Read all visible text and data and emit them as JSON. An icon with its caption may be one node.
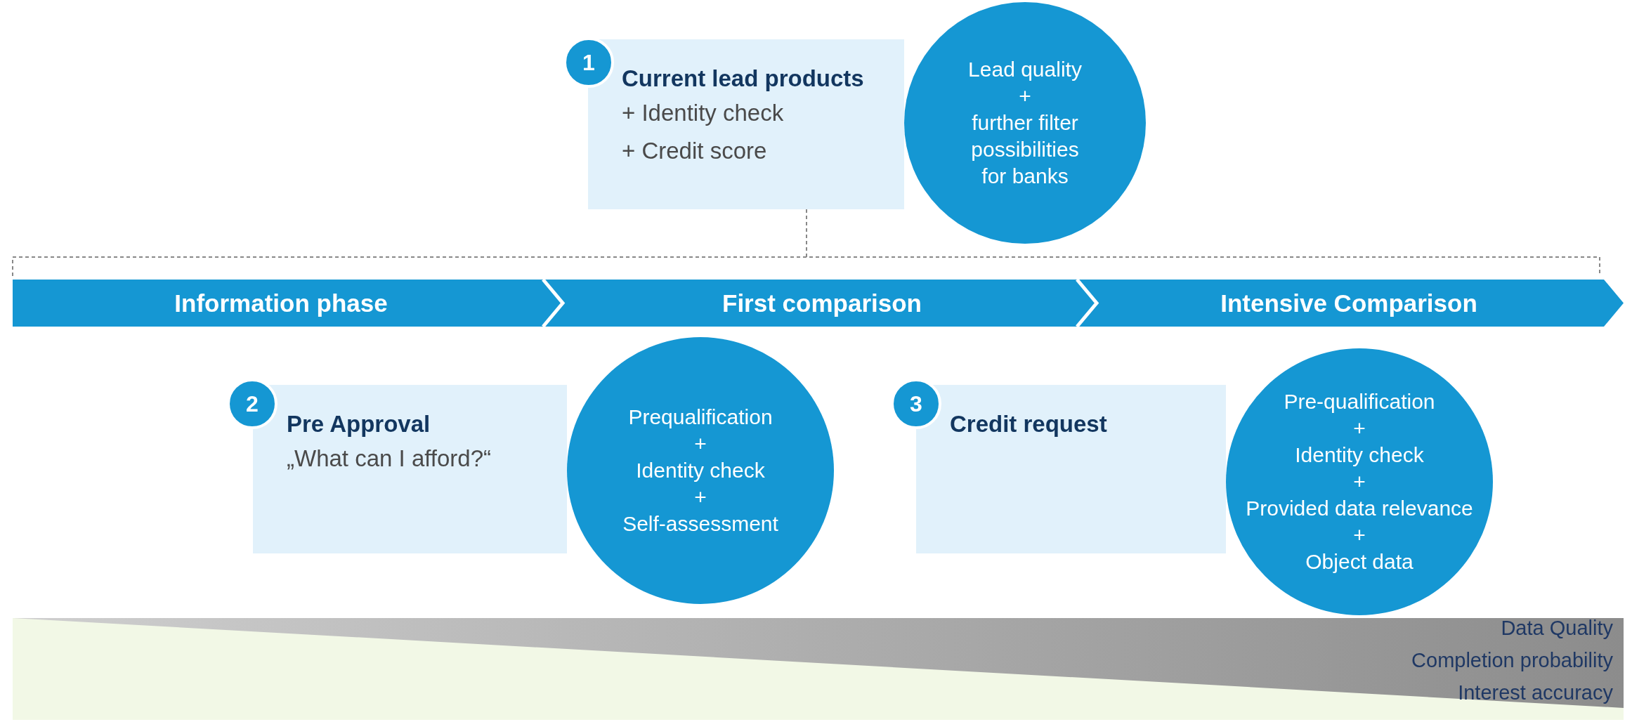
{
  "diagram": {
    "nodes": [
      {
        "text": [
          "Current lead products",
          "+ Identity check",
          "+ Credit score"
        ]
      },
      {
        "text": [
          "1"
        ]
      },
      {
        "text": [
          "Lead quality",
          "+",
          "further filter",
          "possibilities",
          "for banks"
        ]
      },
      {
        "text": [
          "Information phase"
        ]
      },
      {
        "text": [
          "First comparison"
        ]
      },
      {
        "text": [
          "Intensive Comparison"
        ]
      },
      {
        "text": [
          "2"
        ]
      },
      {
        "text": [
          "Pre Approval",
          "„What can I afford?“"
        ]
      },
      {
        "text": [
          "Prequalification",
          "+",
          "Identity check",
          "+",
          "Self-assessment"
        ]
      },
      {
        "text": [
          "3"
        ]
      },
      {
        "text": [
          "Credit request"
        ]
      },
      {
        "text": [
          "Pre-qualification",
          "+",
          "Identity check",
          "+",
          "Provided data relevance",
          "+",
          "Object data"
        ]
      }
    ],
    "labels": [
      "Data Quality",
      "Completion probability",
      "Interest accuracy"
    ]
  }
}
